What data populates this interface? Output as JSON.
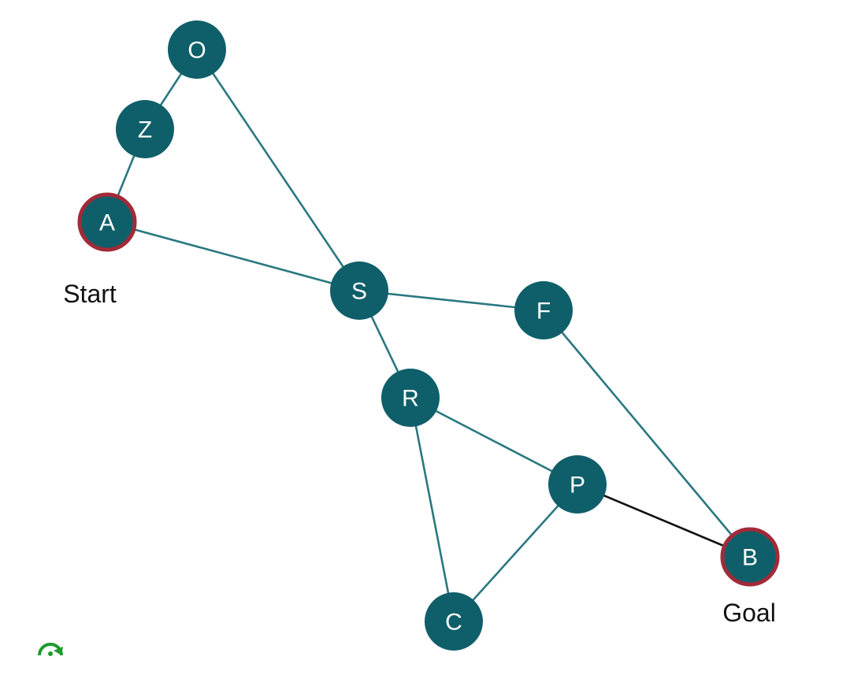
{
  "colors": {
    "node_fill": "#0f5f6a",
    "edge": "#2a7880",
    "highlight_edge": "#111111",
    "terminal_ring": "#a32a38",
    "background": "#ffffff",
    "corner_icon": "#1f9a2e"
  },
  "graph": {
    "nodes": [
      {
        "id": "O",
        "label": "O"
      },
      {
        "id": "Z",
        "label": "Z"
      },
      {
        "id": "A",
        "label": "A",
        "terminal": true,
        "caption": "Start"
      },
      {
        "id": "S",
        "label": "S"
      },
      {
        "id": "F",
        "label": "F"
      },
      {
        "id": "R",
        "label": "R"
      },
      {
        "id": "P",
        "label": "P"
      },
      {
        "id": "B",
        "label": "B",
        "terminal": true,
        "caption": "Goal"
      },
      {
        "id": "C",
        "label": "C"
      }
    ],
    "edges": [
      {
        "from": "O",
        "to": "Z"
      },
      {
        "from": "Z",
        "to": "A"
      },
      {
        "from": "O",
        "to": "S"
      },
      {
        "from": "A",
        "to": "S"
      },
      {
        "from": "S",
        "to": "F"
      },
      {
        "from": "S",
        "to": "R"
      },
      {
        "from": "F",
        "to": "B"
      },
      {
        "from": "R",
        "to": "P"
      },
      {
        "from": "R",
        "to": "C"
      },
      {
        "from": "P",
        "to": "C"
      },
      {
        "from": "P",
        "to": "B",
        "highlight": true
      }
    ]
  },
  "corner_icon": {
    "name": "refresh-icon"
  }
}
